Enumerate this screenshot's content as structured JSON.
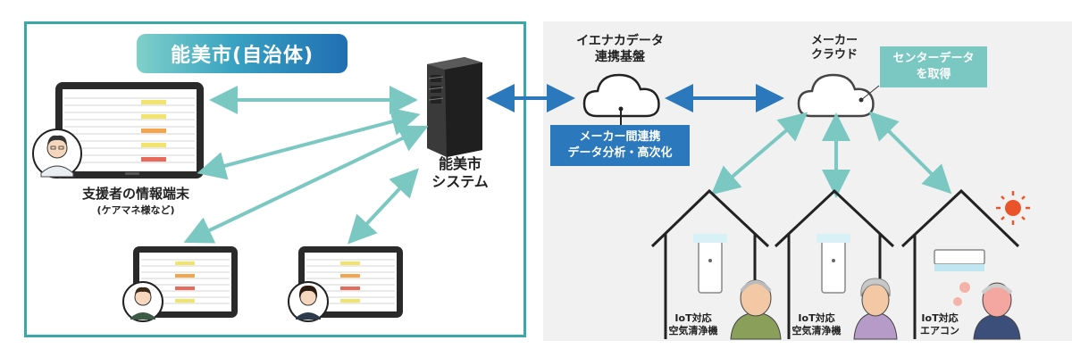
{
  "municipality": {
    "title": "能美市(自治体)",
    "system_label_line1": "能美市",
    "system_label_line2": "システム",
    "terminal_label": "支援者の情報端末",
    "terminal_sublabel": "(ケアマネ様など)"
  },
  "platform": {
    "label_line1": "イエナカデータ",
    "label_line2": "連携基盤",
    "feature_line1": "メーカー間連携",
    "feature_line2": "データ分析・高次化"
  },
  "maker": {
    "label_line1": "メーカー",
    "label_line2": "クラウド",
    "note_line1": "センターデータ",
    "note_line2": "を取得"
  },
  "homes": [
    {
      "line1": "IoT対応",
      "line2": "空気清浄機"
    },
    {
      "line1": "IoT対応",
      "line2": "空気清浄機"
    },
    {
      "line1": "IoT対応",
      "line2": "エアコン"
    }
  ],
  "colors": {
    "teal": "#7bc8c2",
    "frame": "#3aa8a8",
    "blue": "#2b78bd",
    "panel_gray": "#f1f1f1"
  }
}
